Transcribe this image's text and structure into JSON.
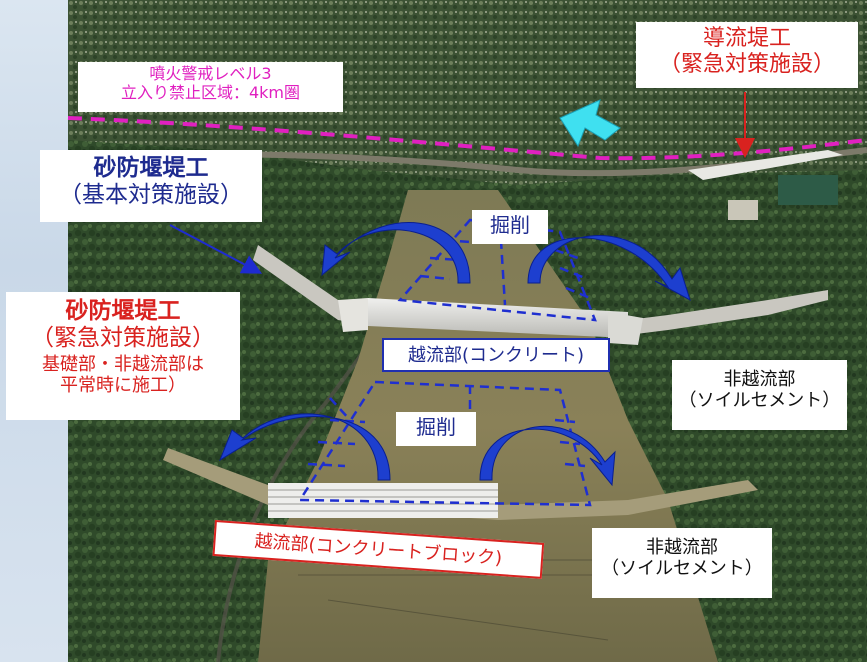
{
  "labels": {
    "alert_zone": {
      "line1": "噴火警戒レベル3",
      "line2": "立入り禁止区域：4km圏"
    },
    "guide_levee": {
      "line1": "導流堤工",
      "line2": "（緊急対策施設）"
    },
    "sabo_basic": {
      "line1": "砂防堰堤工",
      "line2": "（基本対策施設）"
    },
    "sabo_emergency": {
      "line1": "砂防堰堤工",
      "line2": "（緊急対策施設）",
      "line3": "基礎部・非越流部は",
      "line4": "平常時に施工）"
    },
    "excavation_upper": "掘削",
    "excavation_lower": "掘削",
    "spillway_concrete": "越流部(コンクリート)",
    "spillway_block": "越流部(コンクリートブロック)",
    "non_overflow_upper": {
      "line1": "非越流部",
      "line2": "（ソイルセメント）"
    },
    "non_overflow_lower": {
      "line1": "非越流部",
      "line2": "（ソイルセメント）"
    }
  },
  "colors": {
    "red": "#d9221f",
    "blue": "#1e2b8f",
    "magenta": "#e020c0",
    "cyan_arrow": "#3fe0f0",
    "excavation_dash": "#1f2fd0",
    "curved_arrow": "#1d3fcf"
  }
}
